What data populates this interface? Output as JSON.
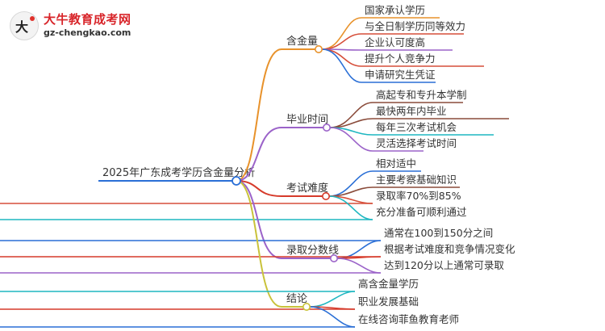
{
  "logo": {
    "icon": "daniu-logo-icon",
    "title": "大牛教育成考网",
    "url": "gz-chengkao.com"
  },
  "root": {
    "label": "2025年广东成考学历含金量分析",
    "color": "#2a6fd6"
  },
  "branches": [
    {
      "label": "含金量",
      "color": "#e8922b",
      "children": [
        {
          "label": "国家承认学历",
          "color": "#e8922b"
        },
        {
          "label": "与全日制学历同等效力",
          "color": "#d64f3a"
        },
        {
          "label": "企业认可度高",
          "color": "#9b63c9"
        },
        {
          "label": "提升个人竞争力",
          "color": "#d64f3a"
        },
        {
          "label": "申请研究生凭证",
          "color": "#2a6fd6"
        }
      ]
    },
    {
      "label": "毕业时间",
      "color": "#9b63c9",
      "children": [
        {
          "label": "高起专和专升本学制",
          "color": "#8a4b3a"
        },
        {
          "label": "最快两年内毕业",
          "color": "#8a4b3a"
        },
        {
          "label": "每年三次考试机会",
          "color": "#1fb7c1"
        },
        {
          "label": "灵活选择考试时间",
          "color": "#9b63c9"
        }
      ]
    },
    {
      "label": "考试难度",
      "color": "#d63a2a",
      "children": [
        {
          "label": "相对适中",
          "color": "#2a6fd6"
        },
        {
          "label": "主要考察基础知识",
          "color": "#8a4b3a"
        },
        {
          "label": "录取率70%到85%",
          "color": "#d64f3a"
        },
        {
          "label": "充分准备可顺利通过",
          "color": "#1fb7c1"
        }
      ]
    },
    {
      "label": "录取分数线",
      "color": "#9b63c9",
      "children": [
        {
          "label": "通常在100到150分之间",
          "color": "#2a6fd6"
        },
        {
          "label": "根据考试难度和竞争情况变化",
          "color": "#d63a2a"
        },
        {
          "label": "达到120分以上通常可录取",
          "color": "#9b63c9"
        }
      ]
    },
    {
      "label": "结论",
      "color": "#c9c23a",
      "children": [
        {
          "label": "高含金量学历",
          "color": "#1fb7c1"
        },
        {
          "label": "职业发展基础",
          "color": "#d63a2a"
        },
        {
          "label": "在线咨询菲鱼教育老师",
          "color": "#2a6fd6"
        }
      ]
    }
  ]
}
